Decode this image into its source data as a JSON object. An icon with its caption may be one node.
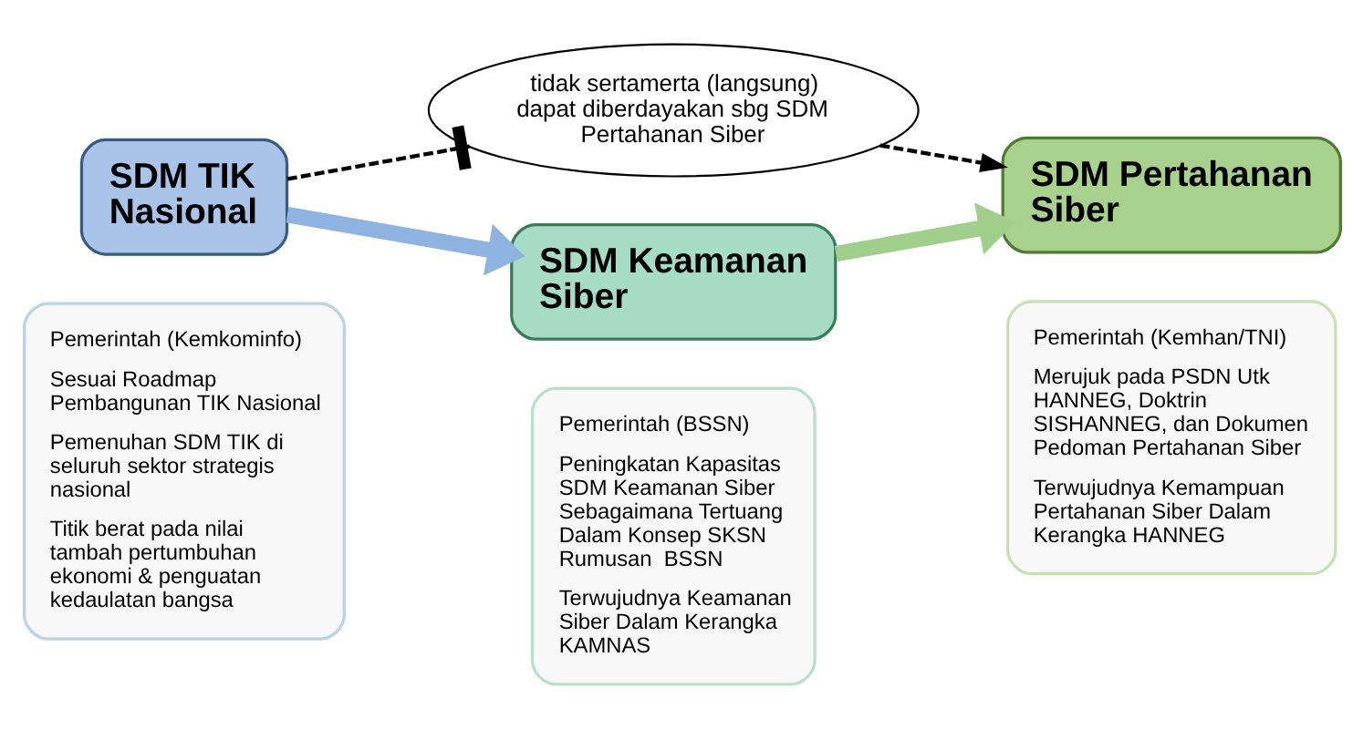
{
  "diagram": {
    "nodes": [
      {
        "text": [
          "SDM TIK Nasional"
        ]
      },
      {
        "text": [
          "Pemerintah (Kemkominfo)",
          "Sesuai Roadmap Pembangunan TIK Nasional",
          "Pemenuhan SDM TIK di seluruh sektor strategis nasional",
          "Titik berat pada nilai tambah pertumbuhan ekonomi & penguatan kedaulatan bangsa"
        ]
      },
      {
        "text": [
          "SDM Keamanan Siber"
        ]
      },
      {
        "text": [
          "Pemerintah (BSSN)",
          "Peningkatan Kapasitas SDM Keamanan Siber Sebagaimana Tertuang Dalam Konsep SKSN Rumusan  BSSN",
          "Terwujudnya Keamanan Siber Dalam Kerangka KAMNAS"
        ]
      },
      {
        "text": [
          "SDM Pertahanan Siber"
        ]
      },
      {
        "text": [
          "Pemerintah (Kemhan/TNI)",
          "Merujuk pada PSDN Utk HANNEG, Doktrin SISHANNEG, dan Dokumen Pedoman Pertahanan Siber",
          "Terwujudnya Kemampuan Pertahanan Siber Dalam Kerangka HANNEG"
        ]
      },
      {
        "text": [
          "tidak sertamerta (langsung) dapat diberdayakan sbg SDM Pertahanan Siber"
        ]
      }
    ],
    "edges": [
      {
        "from": 0,
        "to": 2,
        "arrow": "to",
        "style": "thick",
        "color": "#8fb3e0"
      },
      {
        "from": 2,
        "to": 4,
        "arrow": "to",
        "style": "thick",
        "color": "#9fcf8a"
      },
      {
        "from": 0,
        "to": 6,
        "arrow": "other",
        "style": "dashed"
      },
      {
        "from": 6,
        "to": 4,
        "arrow": "to",
        "style": "dashed"
      }
    ]
  }
}
